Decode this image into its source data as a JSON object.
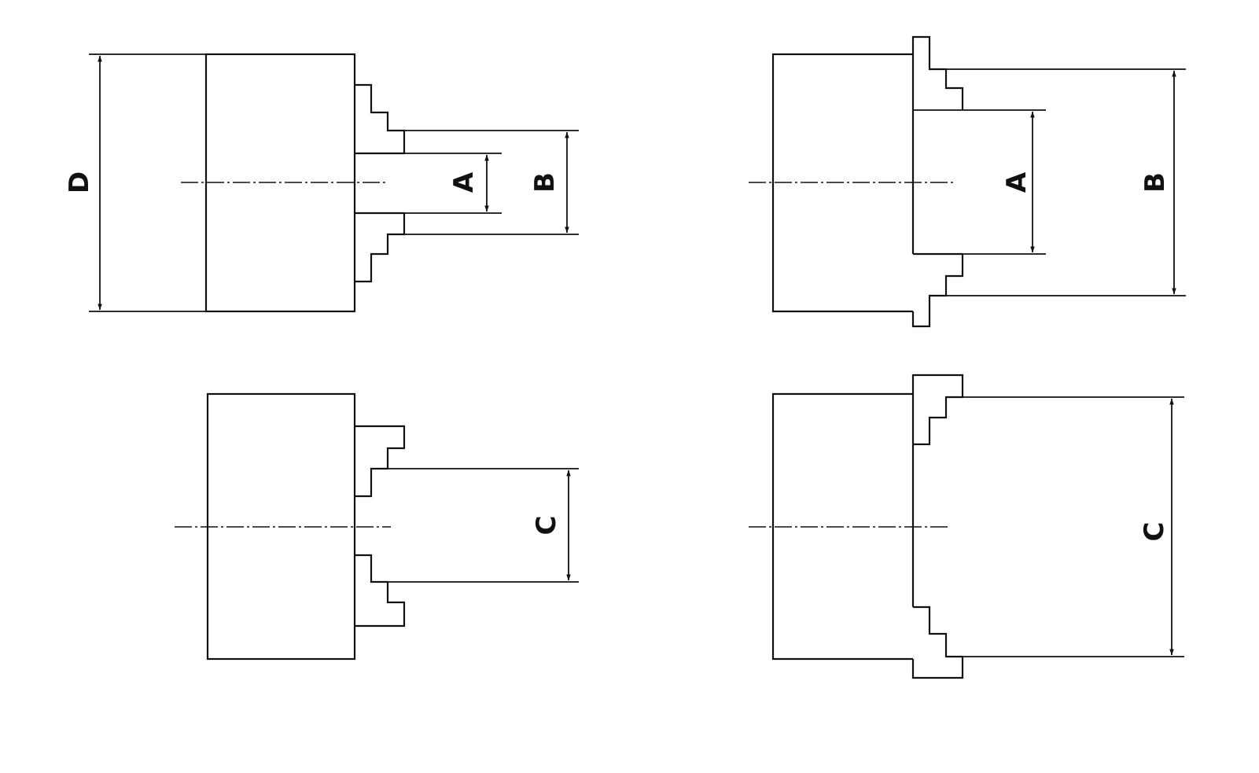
{
  "labels": {
    "d": "D",
    "a1": "A",
    "b1": "B",
    "a2": "A",
    "b2": "B",
    "c1": "C",
    "c2": "C"
  },
  "colors": {
    "line": "#111111",
    "background": "#ffffff"
  }
}
